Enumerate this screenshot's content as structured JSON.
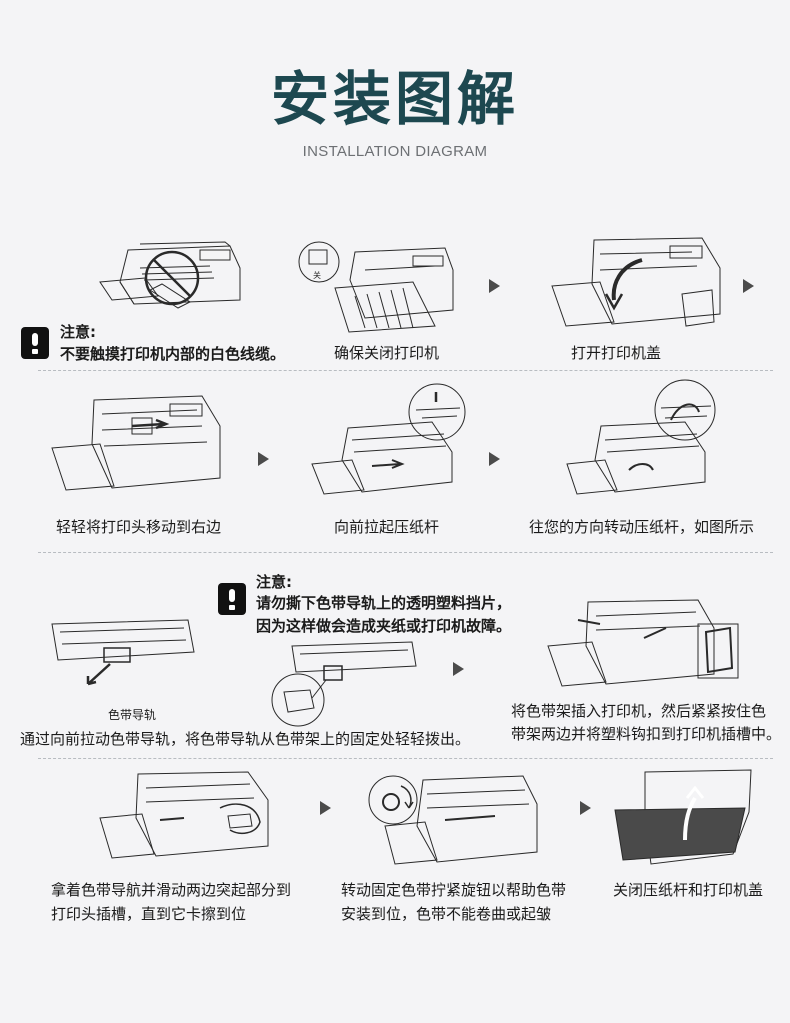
{
  "header": {
    "title": "安装图解",
    "subtitle": "INSTALLATION DIAGRAM"
  },
  "row1": {
    "note_label": "注意:",
    "note_text": "不要触摸打印机内部的白色线缆。",
    "step2": "确保关闭打印机",
    "step3": "打开打印机盖",
    "switch_label": "关"
  },
  "row2": {
    "step1": "轻轻将打印头移动到右边",
    "step2": "向前拉起压纸杆",
    "step3": "往您的方向转动压纸杆，如图所示"
  },
  "row3": {
    "note_label": "注意:",
    "note_line1": "请勿撕下色带导轨上的透明塑料挡片，",
    "note_line2": "因为这样做会造成夹纸或打印机故障。",
    "guide_label": "色带导轨",
    "left_caption": "通过向前拉动色带导轨，将色带导轨从色带架上的固定处轻轻拨出。",
    "right_line1": "将色带架插入打印机，然后紧紧按住色",
    "right_line2": "带架两边并将塑料钩扣到打印机插槽中。"
  },
  "row4": {
    "step1_line1": "拿着色带导航并滑动两边突起部分到",
    "step1_line2": "打印头插槽，直到它卡擦到位",
    "step2_line1": "转动固定色带拧紧旋钮以帮助色带",
    "step2_line2": "安装到位，色带不能卷曲或起皱",
    "step3": "关闭压纸杆和打印机盖"
  },
  "colors": {
    "title": "#1d4850",
    "background": "#f4f4f6",
    "line_art": "#2a2a2a"
  }
}
